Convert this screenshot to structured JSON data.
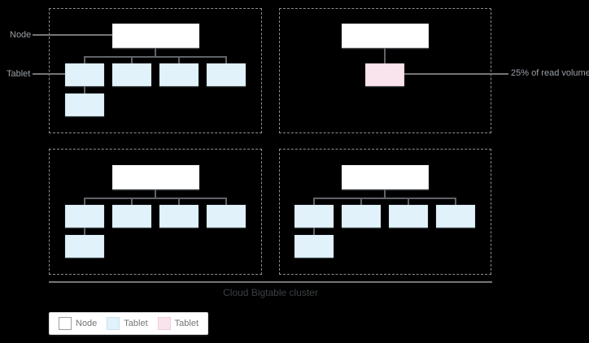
{
  "diagram": {
    "type": "architecture-diagram",
    "title": "Cloud Bigtable cluster",
    "annotations": {
      "node": "Node",
      "tablet": "Tablet",
      "hot_tablet": "25% of read volume"
    },
    "clusters": [
      {
        "position": "top-left",
        "node_count": 1,
        "tablet_count": 5,
        "hot_tablet_count": 0
      },
      {
        "position": "top-right",
        "node_count": 1,
        "tablet_count": 0,
        "hot_tablet_count": 1
      },
      {
        "position": "bottom-left",
        "node_count": 1,
        "tablet_count": 5,
        "hot_tablet_count": 0
      },
      {
        "position": "bottom-right",
        "node_count": 1,
        "tablet_count": 5,
        "hot_tablet_count": 0
      }
    ],
    "legend": {
      "items": [
        {
          "label": "Node",
          "color": "#FFFFFF"
        },
        {
          "label": "Tablet",
          "color": "#E1F2FA"
        },
        {
          "label": "Tablet",
          "color": "#F9E3EC"
        }
      ]
    },
    "colors": {
      "background": "#000000",
      "node_fill": "#FFFFFF",
      "tablet_fill": "#E1F2FA",
      "hot_tablet_fill": "#F9E3EC",
      "connector": "#5F6368",
      "annotation_text": "#9AA0A6",
      "title_text": "#3C4043"
    }
  }
}
